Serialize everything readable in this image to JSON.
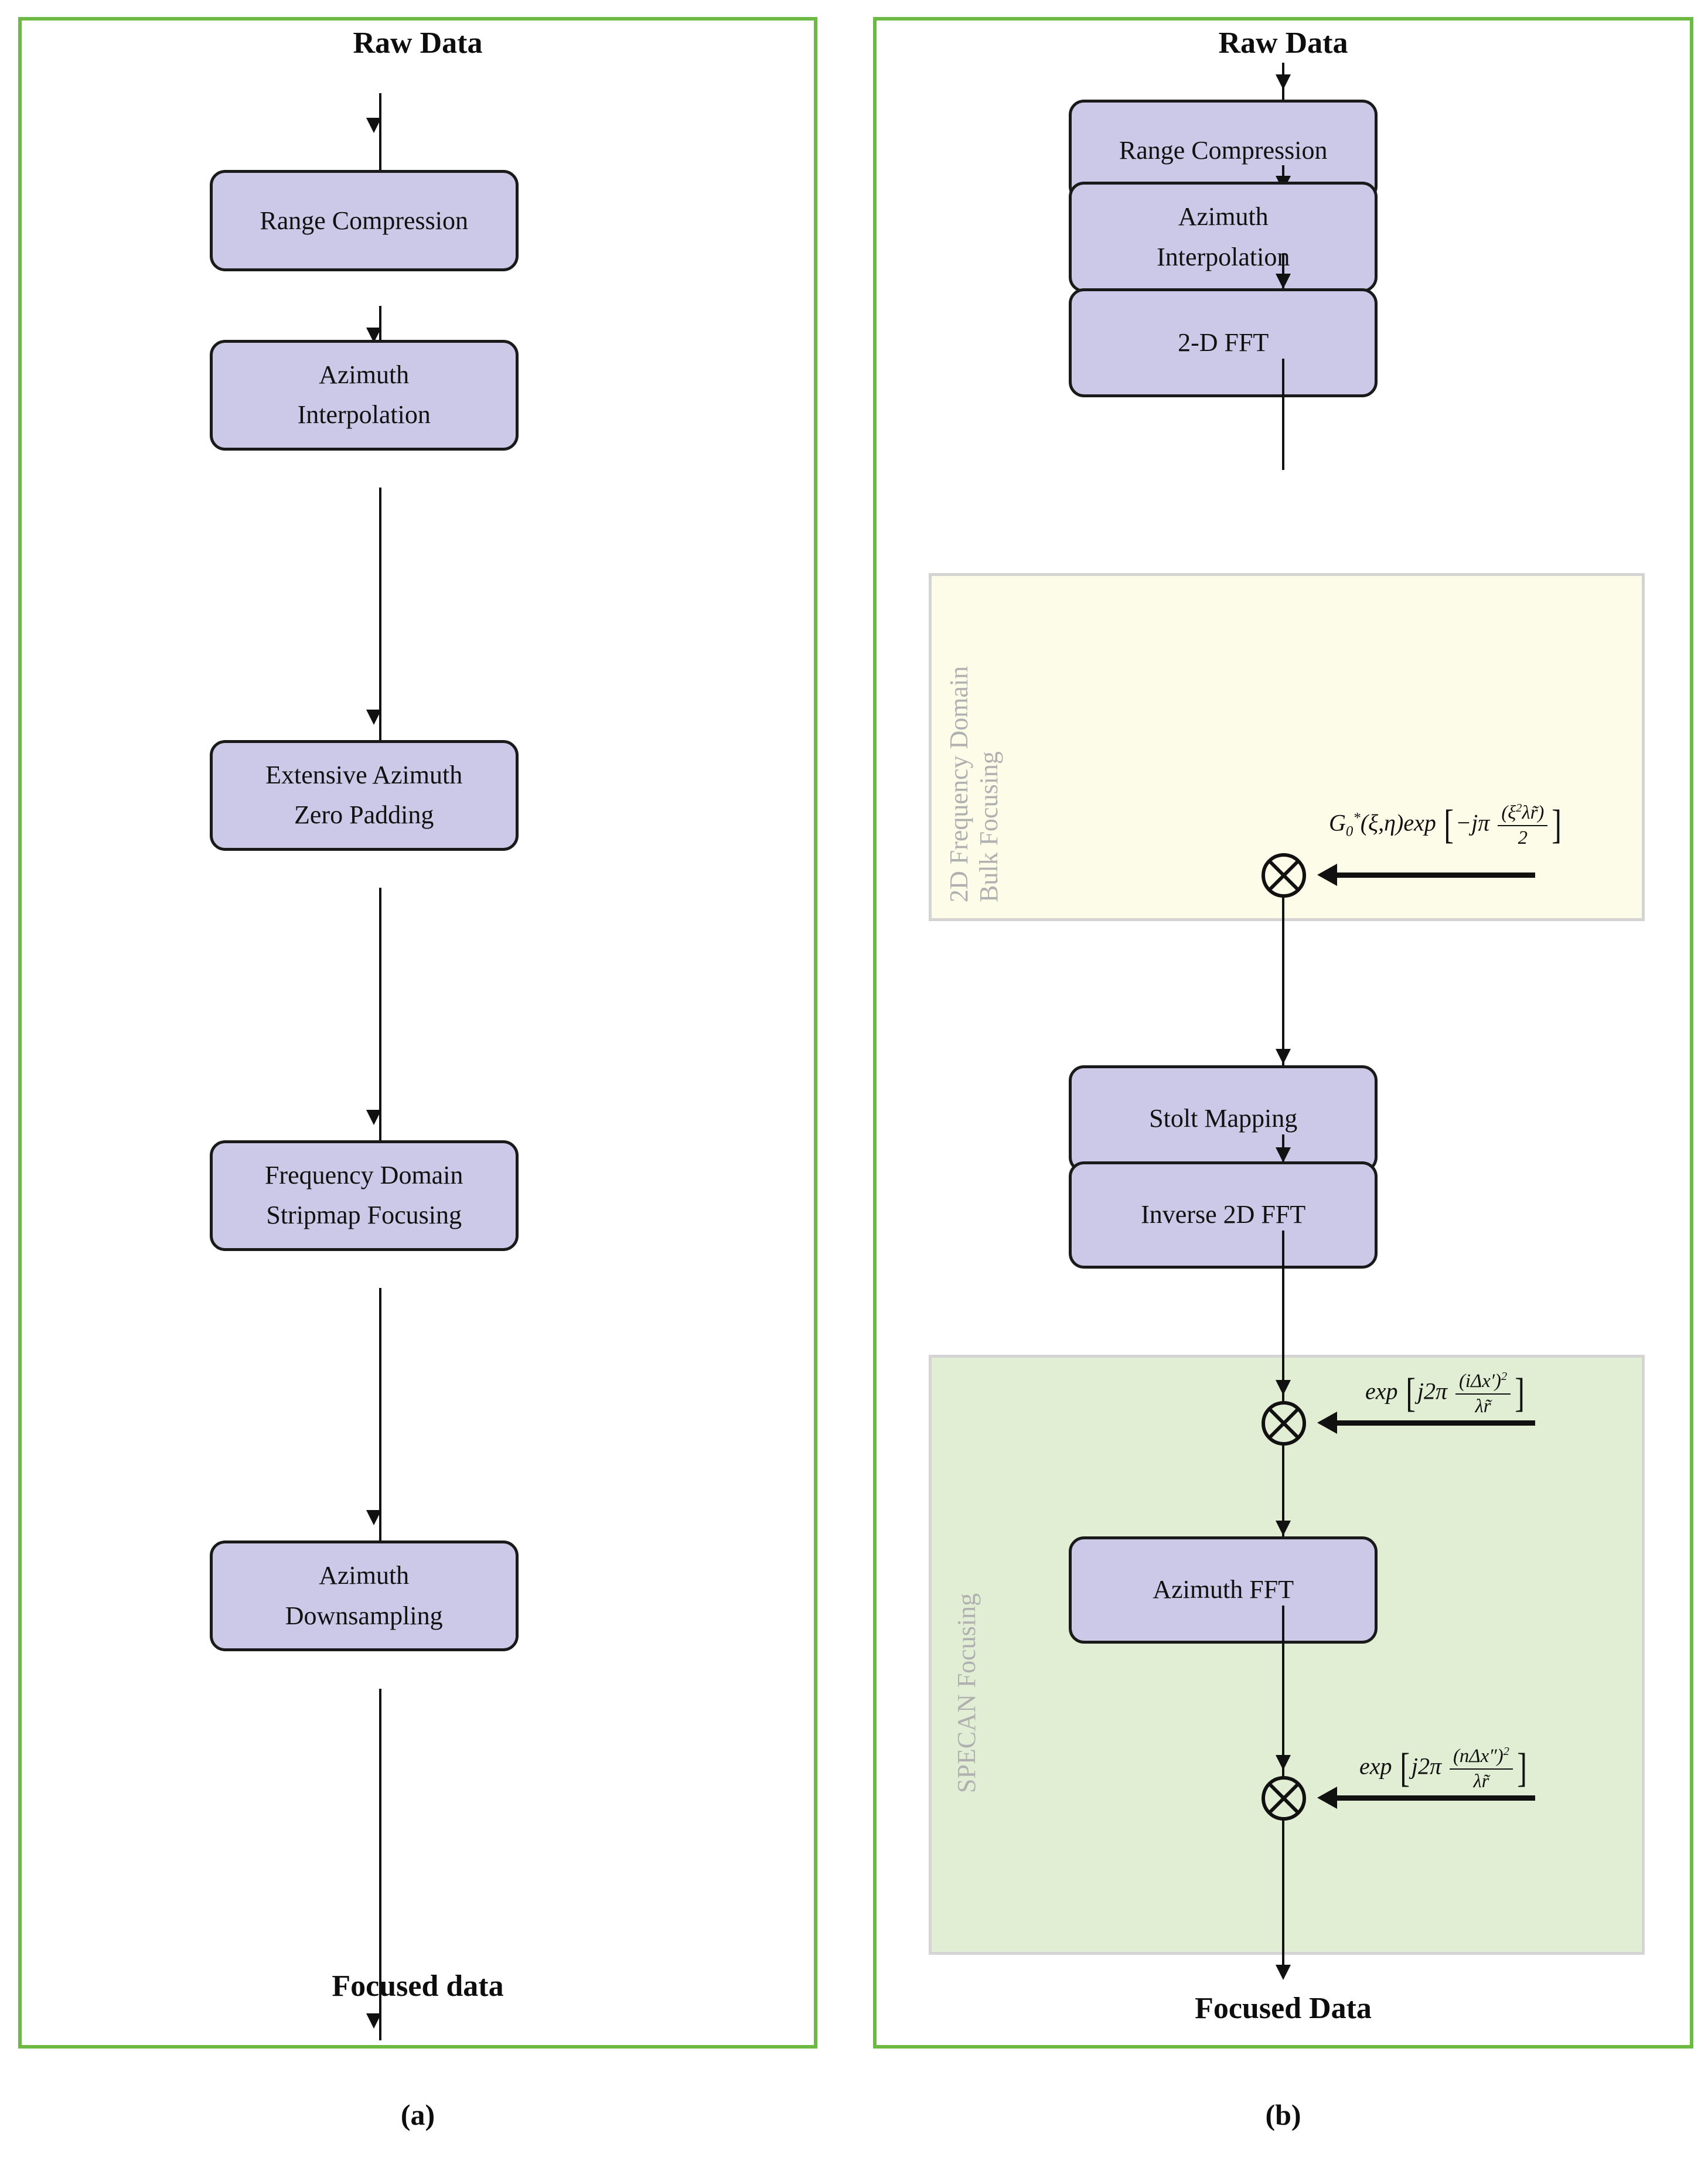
{
  "figure": {
    "panels": [
      {
        "id": "a",
        "caption": "(a)",
        "start_label": "Raw Data",
        "end_label": "Focused data",
        "boxes": [
          {
            "lines": [
              "Range Compression"
            ]
          },
          {
            "lines": [
              "Azimuth",
              "Interpolation"
            ]
          },
          {
            "lines": [
              "Extensive Azimuth",
              "Zero Padding"
            ]
          },
          {
            "lines": [
              "Frequency Domain",
              "Stripmap Focusing"
            ]
          },
          {
            "lines": [
              "Azimuth",
              "Downsampling"
            ]
          }
        ]
      },
      {
        "id": "b",
        "caption": "(b)",
        "start_label": "Raw Data",
        "end_label": "Focused Data",
        "boxes": [
          {
            "lines": [
              "Range Compression"
            ]
          },
          {
            "lines": [
              "Azimuth",
              "Interpolation"
            ]
          },
          {
            "lines": [
              "2-D FFT"
            ]
          },
          {
            "lines": [
              "Stolt Mapping"
            ]
          },
          {
            "lines": [
              "Inverse 2D FFT"
            ]
          },
          {
            "lines": [
              "Azimuth FFT"
            ]
          }
        ],
        "regions": [
          {
            "id": "bulk",
            "label": "2D Frequency Domain\nBulk Focusing",
            "line1": "2D Frequency Domain",
            "line2": "Bulk Focusing",
            "fill": "#fcfce8",
            "border": "#d4d4d4"
          },
          {
            "id": "specan",
            "label": "SPECAN Focusing",
            "line1": "SPECAN Focusing",
            "fill": "#e1eed4",
            "border": "#d4d4d4"
          }
        ],
        "multiplier_inputs": [
          {
            "id": "bulk-phase",
            "plain": "G0*(ξ,η)exp[−jπ (ξ²λ̃r)/2]"
          },
          {
            "id": "specan-phase1",
            "plain": "exp[j2π (iΔx′)²/(λ̃r)]"
          },
          {
            "id": "specan-phase2",
            "plain": "exp[j2π (nΔx″)²/(λ̃r)]"
          }
        ],
        "multiplier_symbol": "⊗"
      }
    ],
    "colors": {
      "panel_border": "#6cba44",
      "box_fill": "#ccc9e8",
      "box_border": "#1a1a1a",
      "bulk_region_fill": "#fcfce8",
      "specan_region_fill": "#e1eed4",
      "region_border": "#d4d4d4",
      "region_label": "#b0b0b0",
      "connector": "#111111"
    }
  }
}
